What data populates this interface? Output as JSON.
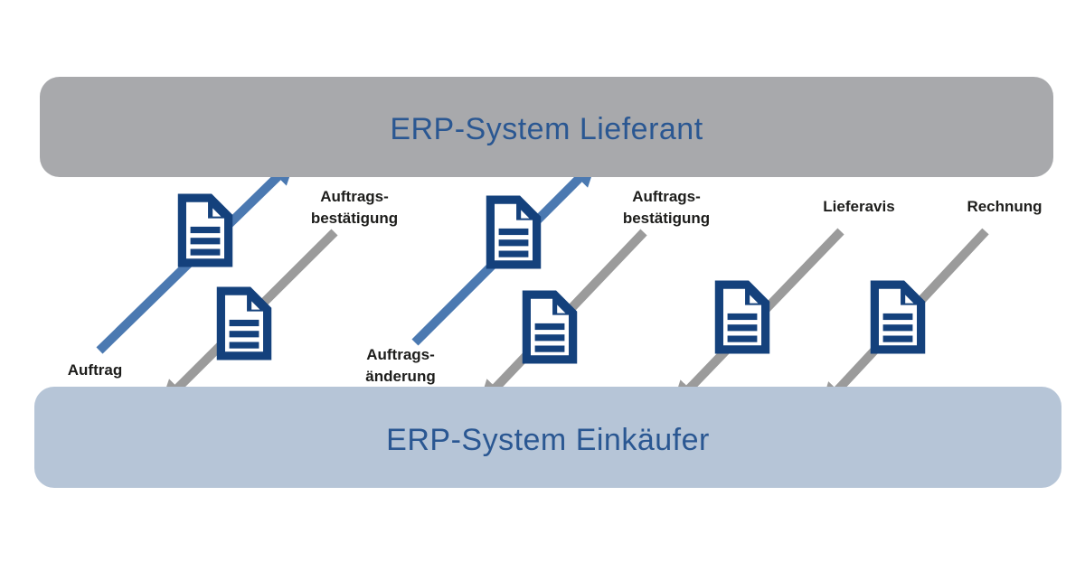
{
  "diagram": {
    "top_system": "ERP-System Lieferant",
    "bottom_system": "ERP-System Einkäufer"
  },
  "flows": [
    {
      "label": "Auftrag",
      "direction": "up",
      "from": "ERP-System Einkäufer",
      "to": "ERP-System Lieferant",
      "arrow_color": "blue"
    },
    {
      "label": "Auftrags-\nbestätigung",
      "direction": "down",
      "from": "ERP-System Lieferant",
      "to": "ERP-System Einkäufer",
      "arrow_color": "gray"
    },
    {
      "label": "Auftrags-\nänderung",
      "direction": "up",
      "from": "ERP-System Einkäufer",
      "to": "ERP-System Lieferant",
      "arrow_color": "blue"
    },
    {
      "label": "Auftrags-\nbestätigung",
      "direction": "down",
      "from": "ERP-System Lieferant",
      "to": "ERP-System Einkäufer",
      "arrow_color": "gray"
    },
    {
      "label": "Lieferavis",
      "direction": "down",
      "from": "ERP-System Lieferant",
      "to": "ERP-System Einkäufer",
      "arrow_color": "gray"
    },
    {
      "label": "Rechnung",
      "direction": "down",
      "from": "ERP-System Lieferant",
      "to": "ERP-System Einkäufer",
      "arrow_color": "gray"
    }
  ],
  "icons": [
    "document-icon",
    "document-icon",
    "document-icon",
    "document-icon",
    "document-icon",
    "document-icon"
  ],
  "colors": {
    "top_box_bg": "#a8a9ac",
    "bottom_box_bg": "#b6c5d7",
    "title_text": "#2a5792",
    "label_text": "#1d1d1b",
    "arrow_blue": "#4b79b1",
    "arrow_gray": "#9b9b9b",
    "document_navy": "#14417c",
    "background": "#ffffff"
  }
}
